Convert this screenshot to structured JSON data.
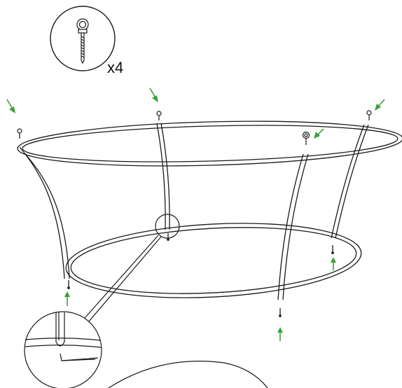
{
  "diagram": {
    "part_callout": {
      "icon": "eye-bolt-icon",
      "quantity_label": "x4"
    },
    "frame": {
      "icon": "lamp-frame-icon",
      "eye_bolt_count": 4,
      "pin_count": 4
    },
    "arrows": {
      "color": "#3aa335",
      "down_arrow_count": 4,
      "up_arrow_count": 3
    },
    "detail_callout": {
      "icon": "pin-detail-icon"
    },
    "line_color": "#1a1a1a"
  }
}
